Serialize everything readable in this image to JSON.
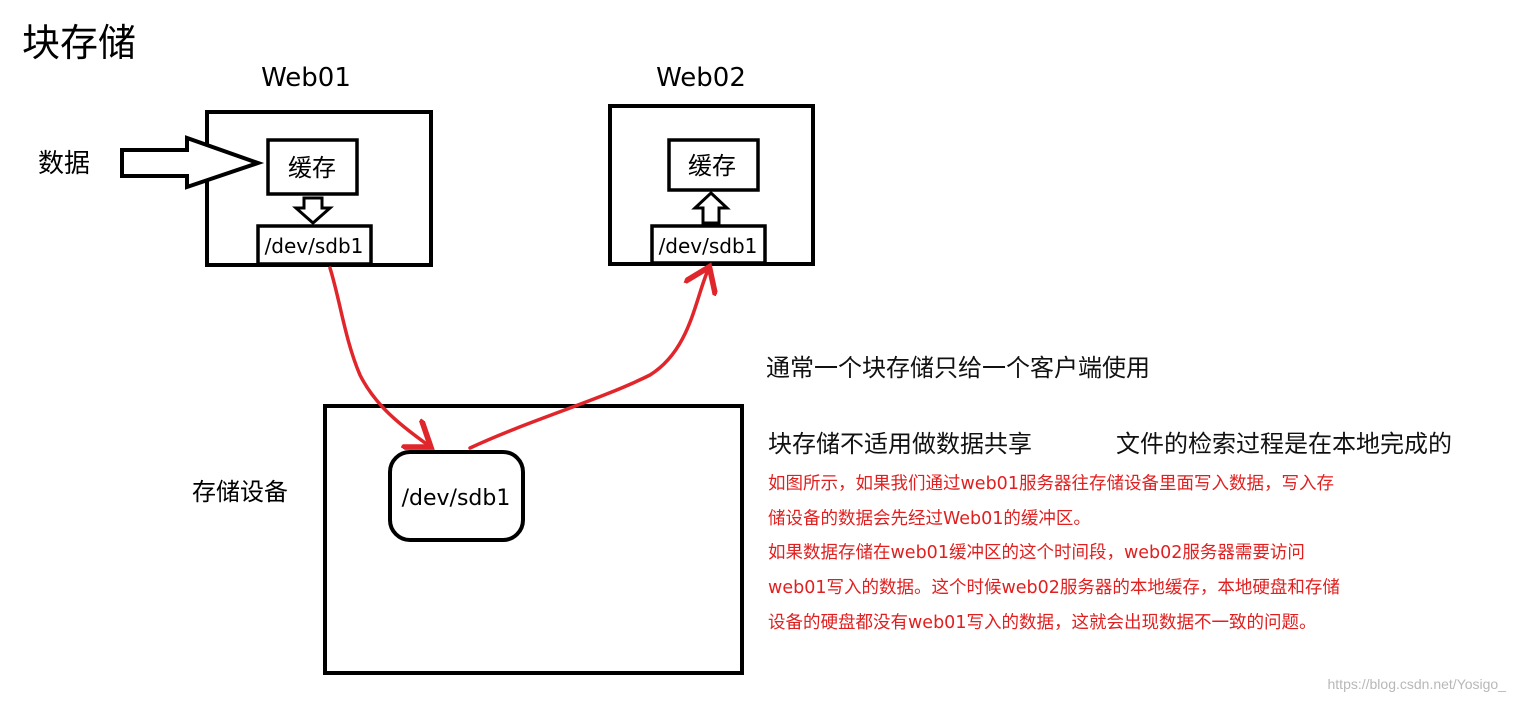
{
  "title": "块存储",
  "web01": {
    "label": "Web01",
    "cache": "缓存",
    "device": "/dev/sdb1"
  },
  "web02": {
    "label": "Web02",
    "cache": "缓存",
    "device": "/dev/sdb1"
  },
  "data_label": "数据",
  "storage": {
    "label": "存储设备",
    "device": "/dev/sdb1"
  },
  "notes": {
    "line1": "通常一个块存储只给一个客户端使用",
    "line2a": "块存储不适用做数据共享",
    "line2b": "文件的检索过程是在本地完成的",
    "red": [
      "如图所示，如果我们通过web01服务器往存储设备里面写入数据，写入存",
      "储设备的数据会先经过Web01的缓冲区。",
      "如果数据存储在web01缓冲区的这个时间段，web02服务器需要访问",
      "web01写入的数据。这个时候web02服务器的本地缓存，本地硬盘和存储",
      "设备的硬盘都没有web01写入的数据，这就会出现数据不一致的问题。"
    ]
  },
  "watermark": "https://blog.csdn.net/Yosigo_",
  "colors": {
    "line": "#000000",
    "arrow": "#e0262b",
    "note_red": "#e02020"
  }
}
